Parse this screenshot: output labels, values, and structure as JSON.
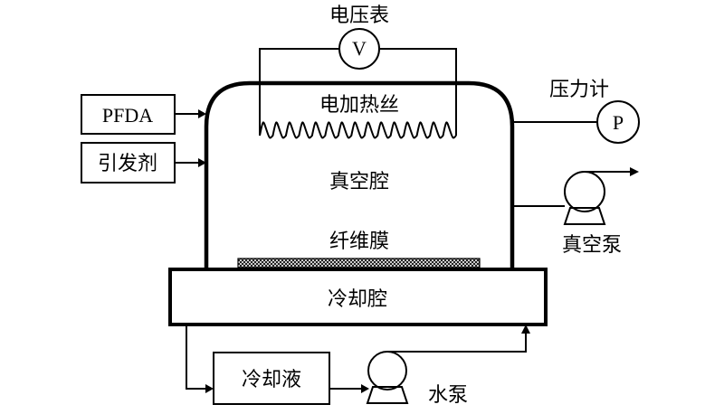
{
  "labels": {
    "voltmeter": "电压表",
    "voltmeter_symbol": "V",
    "heater": "电加热丝",
    "pressure_gauge": "压力计",
    "pressure_symbol": "P",
    "pfda": "PFDA",
    "initiator": "引发剂",
    "vacuum_chamber": "真空腔",
    "vacuum_pump": "真空泵",
    "fiber_membrane": "纤维膜",
    "cooling_chamber": "冷却腔",
    "coolant": "冷却液",
    "water_pump": "水泵"
  }
}
